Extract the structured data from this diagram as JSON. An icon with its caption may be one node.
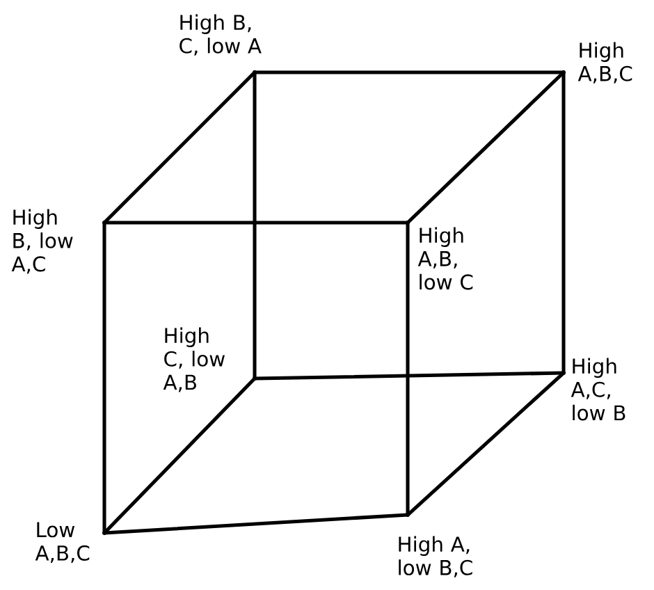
{
  "diagram": {
    "nodes": [
      {
        "text": [],
        "shape": "point",
        "beside": [
          "High B, C, low A"
        ]
      },
      {
        "text": [],
        "shape": "point",
        "beside": [
          "High A,B,C"
        ]
      },
      {
        "text": [],
        "shape": "point",
        "beside": [
          "High B, low A,C"
        ]
      },
      {
        "text": [],
        "shape": "point",
        "beside": [
          "High A,B, low C"
        ]
      },
      {
        "text": [],
        "shape": "point",
        "beside": [
          "High C, low A,B"
        ]
      },
      {
        "text": [],
        "shape": "point",
        "beside": [
          "High A,C, low B"
        ]
      },
      {
        "text": [],
        "shape": "point",
        "beside": [
          "Low A,B,C"
        ]
      },
      {
        "text": [],
        "shape": "point",
        "beside": [
          "High A, low B,C"
        ]
      }
    ],
    "edges": [
      {
        "from": 0,
        "to": 1,
        "arrow": "none"
      },
      {
        "from": 0,
        "to": 2,
        "arrow": "none"
      },
      {
        "from": 1,
        "to": 3,
        "arrow": "none"
      },
      {
        "from": 2,
        "to": 3,
        "arrow": "none"
      },
      {
        "from": 0,
        "to": 4,
        "arrow": "none"
      },
      {
        "from": 1,
        "to": 5,
        "arrow": "none"
      },
      {
        "from": 2,
        "to": 6,
        "arrow": "none"
      },
      {
        "from": 3,
        "to": 7,
        "arrow": "none"
      },
      {
        "from": 4,
        "to": 5,
        "arrow": "none"
      },
      {
        "from": 4,
        "to": 6,
        "arrow": "none"
      },
      {
        "from": 5,
        "to": 7,
        "arrow": "none"
      },
      {
        "from": 6,
        "to": 7,
        "arrow": "none"
      }
    ]
  }
}
